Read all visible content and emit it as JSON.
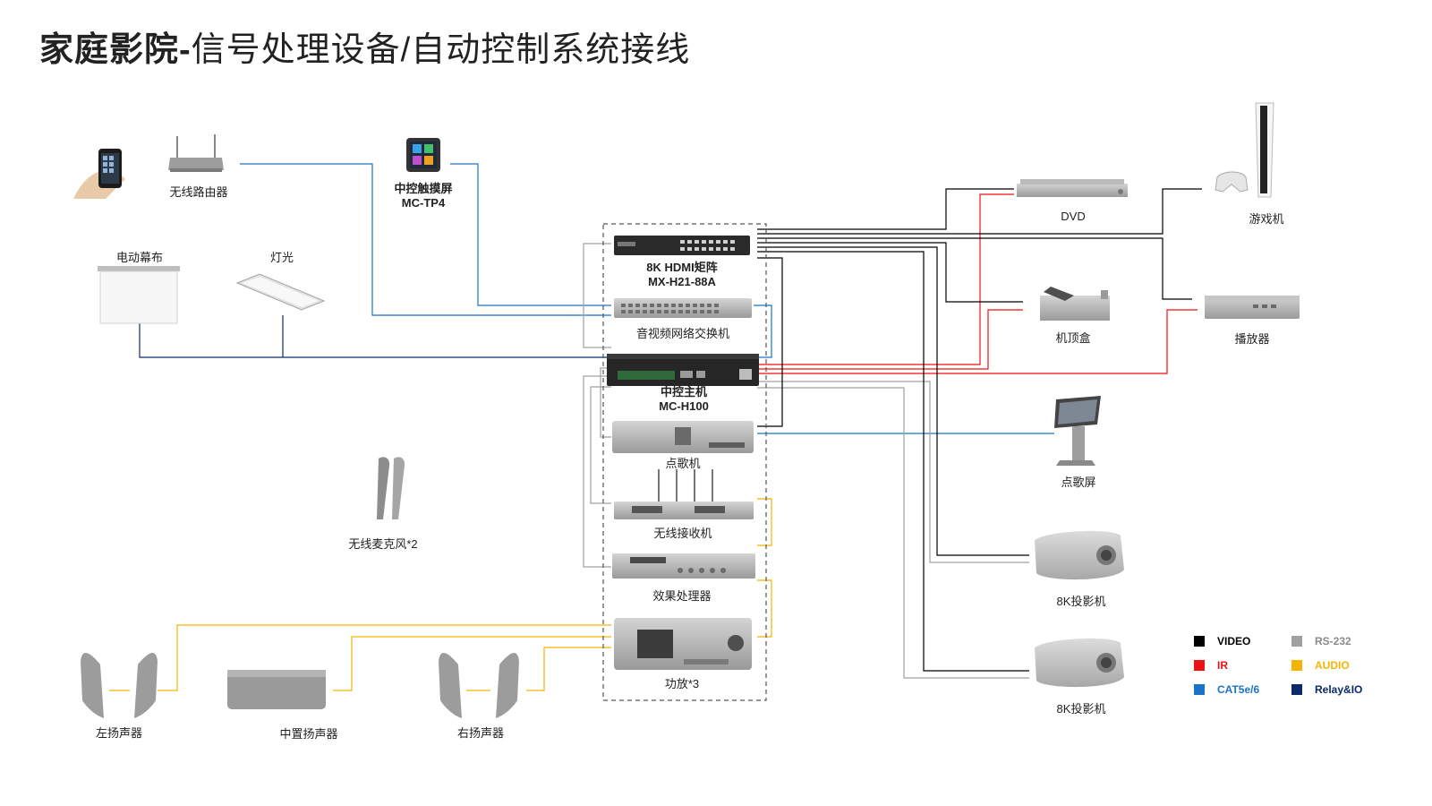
{
  "title": {
    "bold": "家庭影院-",
    "thin": "信号处理设备/自动控制系统接线"
  },
  "devices": {
    "wireless_router": "无线路由器",
    "touch_screen_name": "中控触摸屏",
    "touch_screen_model": "MC-TP4",
    "electric_screen": "电动幕布",
    "light": "灯光",
    "matrix_name": "8K HDMI矩阵",
    "matrix_model": "MX-H21-88A",
    "network_switch": "音视频网络交换机",
    "controller_name": "中控主机",
    "controller_model": "MC-H100",
    "ktv_player": "点歌机",
    "wireless_receiver": "无线接收机",
    "effects_processor": "效果处理器",
    "amplifier": "功放*3",
    "wireless_mic": "无线麦克风*2",
    "left_speaker": "左扬声器",
    "center_speaker": "中置扬声器",
    "right_speaker": "右扬声器",
    "dvd": "DVD",
    "game_console": "游戏机",
    "set_top_box": "机顶盒",
    "player": "播放器",
    "ktv_screen": "点歌屏",
    "projector_1": "8K投影机",
    "projector_2": "8K投影机"
  },
  "legend": [
    {
      "label": "VIDEO",
      "color": "#000000",
      "text_color": "#000000"
    },
    {
      "label": "RS-232",
      "color": "#a0a0a0",
      "text_color": "#8a8a8a"
    },
    {
      "label": "IR",
      "color": "#ee1111",
      "text_color": "#ee1111"
    },
    {
      "label": "AUDIO",
      "color": "#f5b400",
      "text_color": "#f5b400"
    },
    {
      "label": "CAT5e/6",
      "color": "#1a73c8",
      "text_color": "#1a73c8"
    },
    {
      "label": "Relay&IO",
      "color": "#0b2a6b",
      "text_color": "#0b2a6b"
    }
  ],
  "icons": [
    "phone-in-hand-icon",
    "router-icon",
    "touch-panel-icon",
    "projection-screen-icon",
    "ceiling-light-icon",
    "hdmi-matrix-icon",
    "network-switch-icon",
    "control-host-icon",
    "ktv-player-icon",
    "wireless-receiver-icon",
    "effects-processor-icon",
    "amplifier-icon",
    "microphone-icon",
    "speaker-icon",
    "center-speaker-icon",
    "dvd-player-icon",
    "game-console-icon",
    "set-top-box-icon",
    "media-player-icon",
    "kiosk-screen-icon",
    "projector-icon"
  ]
}
